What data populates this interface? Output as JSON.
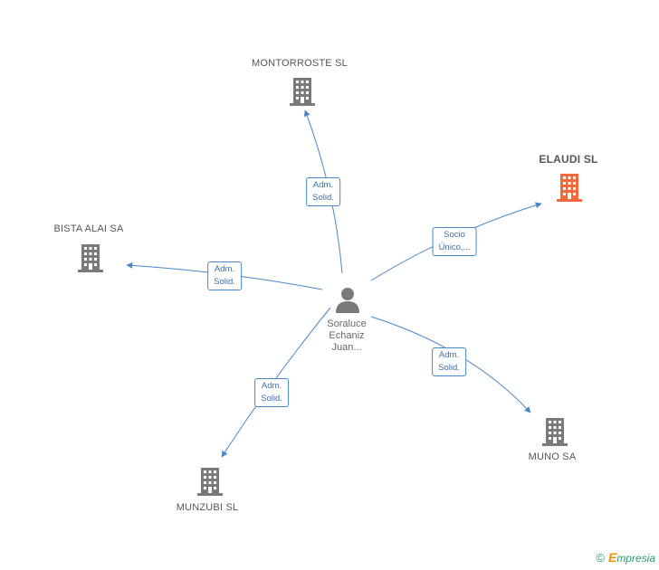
{
  "colors": {
    "edge": "#4a86c8",
    "building_default": "#7a7a7a",
    "building_highlight": "#f26a3a",
    "person": "#7a7a7a",
    "brand": "#2a9d6a"
  },
  "person": {
    "icon": "person-icon",
    "name_lines": [
      "Soraluce",
      "Echaniz",
      "Juan..."
    ]
  },
  "companies": {
    "montorroste": {
      "name": "MONTORROSTE SL",
      "icon": "building-icon"
    },
    "elaudi": {
      "name": "ELAUDI SL",
      "icon": "building-icon",
      "highlighted": true
    },
    "bista_alai": {
      "name": "BISTA ALAI SA",
      "icon": "building-icon"
    },
    "muno": {
      "name": "MUNO SA",
      "icon": "building-icon"
    },
    "munzubi": {
      "name": "MUNZUBI SL",
      "icon": "building-icon"
    }
  },
  "relations": {
    "montorroste": [
      "Adm.",
      "Solid."
    ],
    "elaudi": [
      "Socio",
      "Único,..."
    ],
    "bista_alai": [
      "Adm.",
      "Solid."
    ],
    "muno": [
      "Adm.",
      "Solid."
    ],
    "munzubi": [
      "Adm.",
      "Solid."
    ]
  },
  "footer": {
    "copyright": "©",
    "brand_initial": "E",
    "brand_rest": "mpresia"
  }
}
